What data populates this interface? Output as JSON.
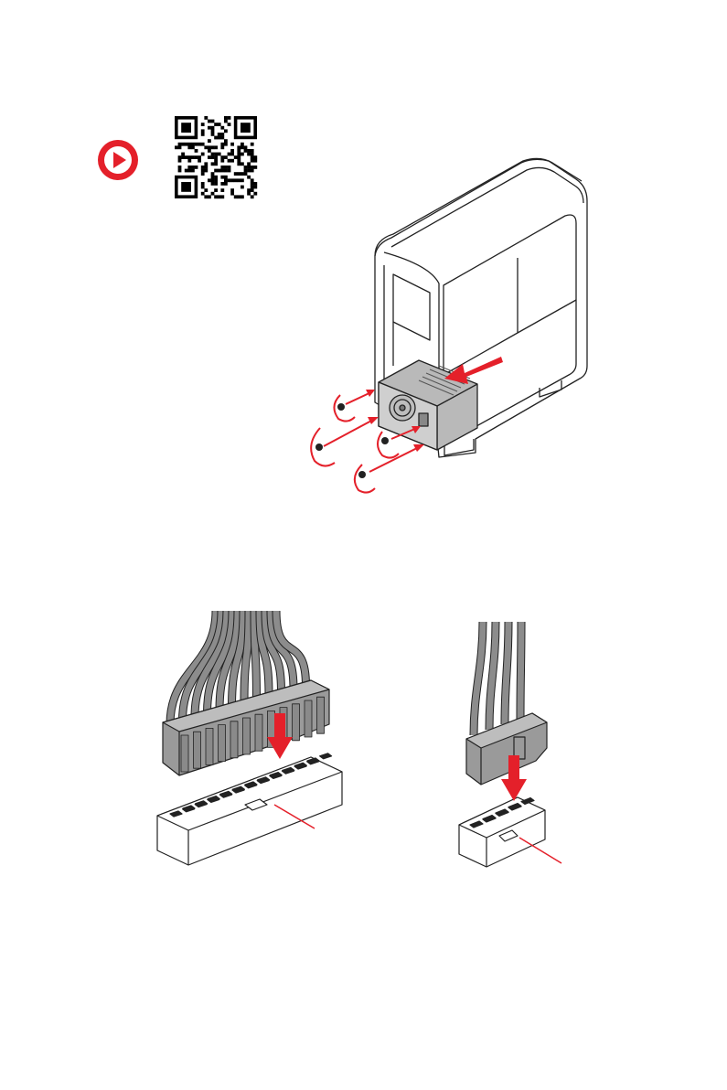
{
  "page": {
    "background": "#ffffff"
  },
  "video_link": {
    "icon": "play-circle-icon",
    "color": "#e4202a"
  },
  "qr_code": {
    "icon": "qr-code-icon"
  },
  "illustrations": {
    "psu_install": "case-with-psu-screws",
    "atx_24pin": "atx-24pin-power-connector",
    "cpu_8pin": "cpu-8pin-power-connector"
  },
  "colors": {
    "accent": "#e4202a",
    "line": "#222222",
    "connector_gray": "#9a9a9a",
    "wire_gray": "#8c8c8c"
  }
}
